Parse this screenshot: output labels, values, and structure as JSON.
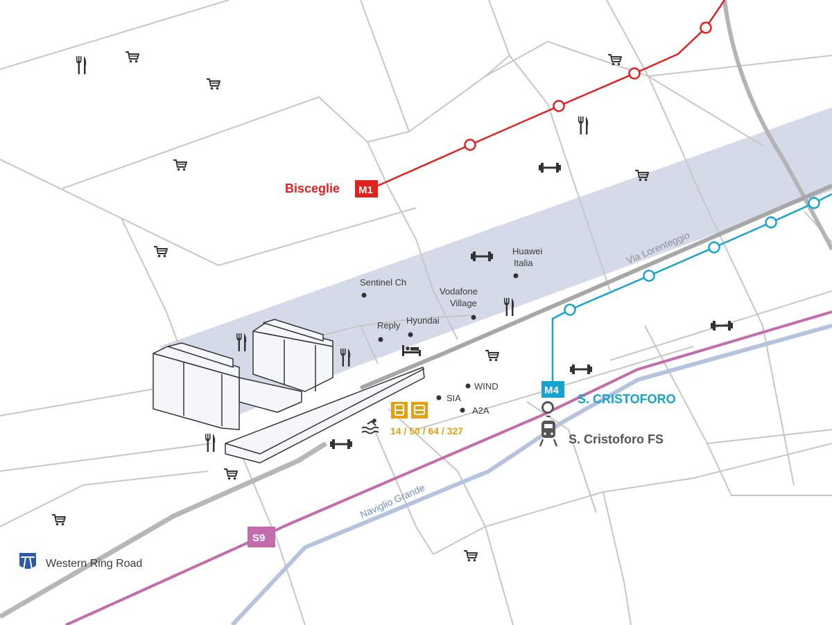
{
  "lines": {
    "m1": {
      "badge": "M1",
      "terminus": "Bisceglie",
      "color": "#e2201f"
    },
    "m4": {
      "badge": "M4",
      "station": "S. CRISTOFORO",
      "color": "#16a3cf"
    },
    "s9": {
      "badge": "S9",
      "color": "#c46cab"
    }
  },
  "station_fs": "S. Cristoforo FS",
  "roads": {
    "lorenteggio": "Via Lorenteggio",
    "naviglio": "Naviglio Grande"
  },
  "bus": {
    "numbers": "14 / 50 / 64 / 327",
    "color": "#e3a013"
  },
  "ring_road": {
    "label": "Western Ring Road"
  },
  "companies": {
    "sentinel": "Sentinel Ch",
    "huawei_1": "Huawei",
    "huawei_2": "Italia",
    "vodafone_1": "Vodafone",
    "vodafone_2": "Village",
    "reply": "Reply",
    "hyundai": "Hyundai",
    "wind": "WIND",
    "sia": "SIA",
    "a2a": "A2A"
  },
  "icons": {
    "cart": "shopping-cart-icon",
    "food": "fork-knife-icon",
    "gym": "dumbbell-icon",
    "hotel": "bed-icon",
    "pool": "swimming-icon",
    "tram": "tram-icon",
    "bus": "bus-icon",
    "train": "train-icon",
    "highway": "highway-icon"
  }
}
